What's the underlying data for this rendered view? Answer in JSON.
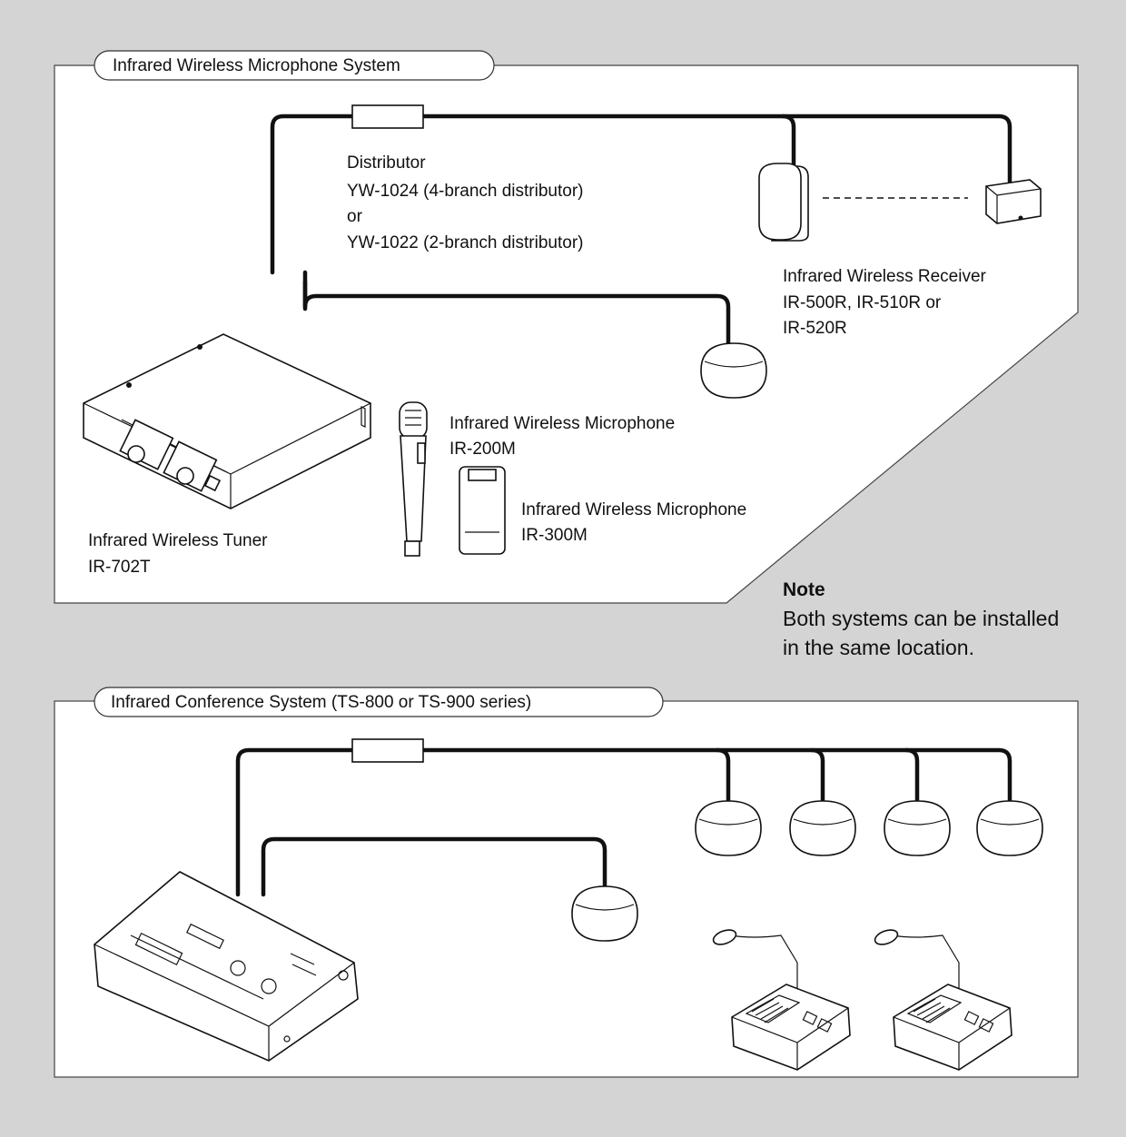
{
  "panel_top": {
    "title": "Infrared Wireless Microphone System",
    "distributor": {
      "lines": [
        "Distributor",
        "YW-1024 (4-branch distributor)",
        "or",
        "YW-1022 (2-branch distributor)"
      ]
    },
    "receiver": {
      "lines": [
        "Infrared Wireless Receiver",
        "IR-500R, IR-510R or",
        "IR-520R"
      ]
    },
    "tuner": {
      "lines": [
        "Infrared Wireless Tuner",
        "IR-702T"
      ]
    },
    "mic_handheld": {
      "lines": [
        "Infrared Wireless Microphone",
        "IR-200M"
      ]
    },
    "mic_bodypack": {
      "lines": [
        "Infrared Wireless Microphone",
        "IR-300M"
      ]
    }
  },
  "note": {
    "heading": "Note",
    "lines": [
      "Both systems can be installed",
      "in the same location."
    ]
  },
  "panel_bottom": {
    "title": "Infrared Conference System (TS-800 or TS-900 series)"
  },
  "colors": {
    "background": "#d4d4d4",
    "panel": "#ffffff",
    "cable": "#111111"
  }
}
